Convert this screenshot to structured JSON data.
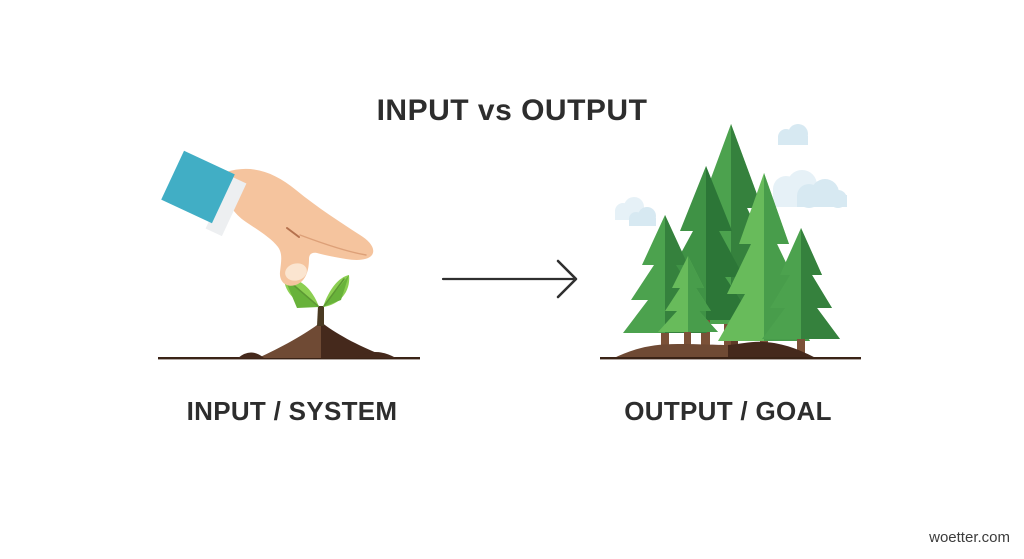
{
  "title": "INPUT vs OUTPUT",
  "labels": {
    "left": "INPUT / SYSTEM",
    "right": "OUTPUT / GOAL"
  },
  "watermark": "woetter.com",
  "illustrations": {
    "left_description": "flat-style hand with teal cuff planting a green seedling in a soil mound",
    "right_description": "flat-style cluster of six pine trees on a soil mound with light blue clouds",
    "connector": "thin right-pointing arrow between the two illustrations"
  },
  "icons": [
    "hand-planting-icon",
    "seedling-icon",
    "soil-mound-icon",
    "right-arrow-icon",
    "pine-tree-icon",
    "cloud-icon",
    "ground-line-icon"
  ],
  "colors": {
    "ink": "#2d2d2d",
    "watermark-ink": "#3c3c3c",
    "arrow": "#2f2f2f",
    "skin": "#f5c49e",
    "skin-line": "#dda078",
    "skin-notch": "#b5714d",
    "nail": "#fbe5d0",
    "cuff": "#41aec5",
    "cuff-band": "#edeff1",
    "leaf": "#8ccf52",
    "leaf-shade": "#68b23a",
    "leaf-midrib": "#5d9934",
    "stem": "#4a3a22",
    "soil-light": "#6f4a34",
    "soil-dark": "#45291c",
    "ground": "#3a2316",
    "trunk": "#7b5138",
    "trunk-dark": "#5e3a27",
    "tree-light": "#4ca24e",
    "tree-dark": "#35813d",
    "tree-bright": "#68bb5b",
    "tree-bright-dark": "#489d4b",
    "tree-deep": "#3f9245",
    "tree-deep-dark": "#2c7637",
    "cloud": "#d7e9f2",
    "cloud-light": "#e6f1f7"
  }
}
